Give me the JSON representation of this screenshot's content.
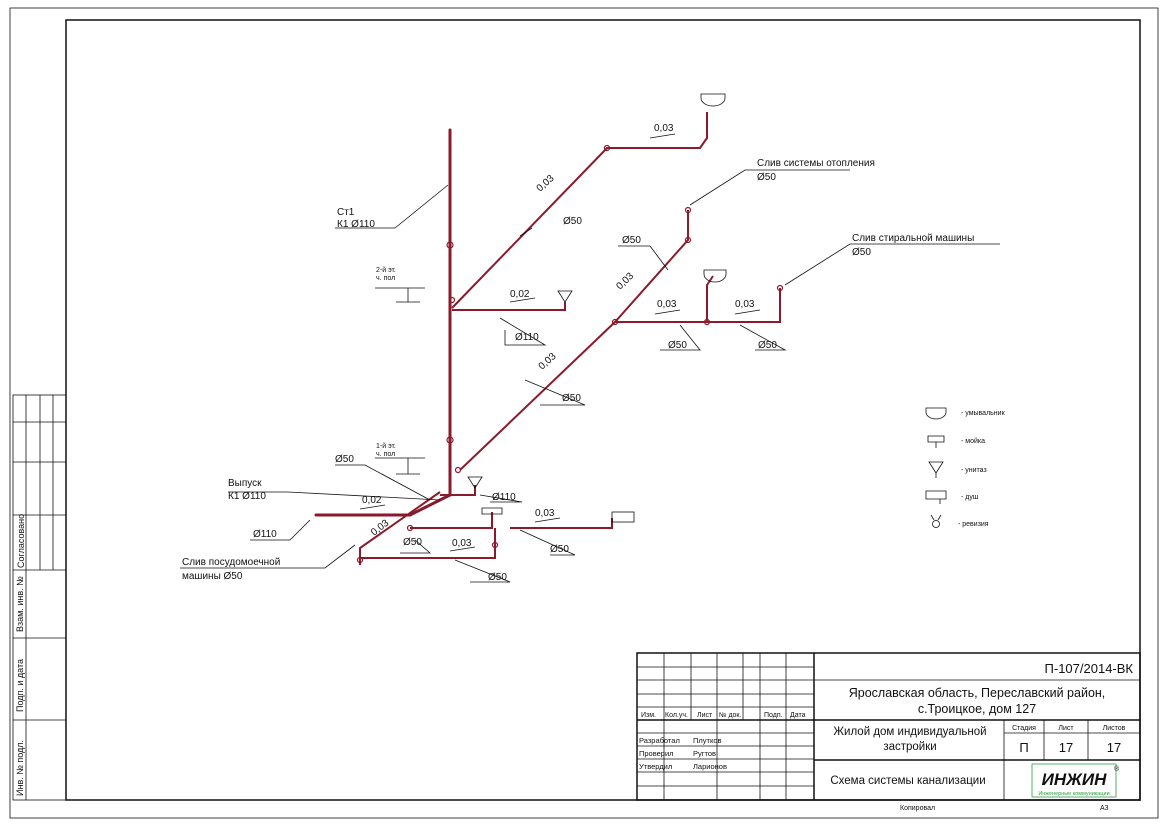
{
  "side_stamps": {
    "soglasovano": "Согласовано",
    "vzam_inv": "Взам. инв. №",
    "podp_data": "Подп. и дата",
    "inv_podl": "Инв. № подл."
  },
  "riser": {
    "name": "Ст1",
    "spec": "К1 Ø110",
    "level_upper": {
      "line1": "2-й эт.",
      "line2": "ч. пол"
    },
    "level_lower": {
      "line1": "1-й эт.",
      "line2": "ч. пол"
    }
  },
  "labels": {
    "heating_drain": {
      "line1": "Слив системы отопления",
      "line2": "Ø50"
    },
    "washer_drain": {
      "line1": "Слив стиральной машины",
      "line2": "Ø50"
    },
    "outlet": {
      "line1": "Выпуск",
      "line2": "К1 Ø110"
    },
    "dishwasher_drain": {
      "line1": "Слив посудомоечной",
      "line2": "машины Ø50"
    }
  },
  "slopes": {
    "top_horizontal": "0,03",
    "upper_diagonal": "0,03",
    "toilet_branch": "0,02",
    "mid_diagonal": "0,03",
    "lower_diagonal": "0,03",
    "basin_branch_left": "0,03",
    "washer_branch": "0,03",
    "outlet_slope": "0,02",
    "dish_diag": "0,03",
    "bottom_branch": "0,03",
    "shower_branch": "0,03"
  },
  "diameters": {
    "upper_diag": "Ø50",
    "toilet_branch": "Ø110",
    "heating_riser": "Ø50",
    "mid_branch": "Ø50",
    "washer_branch": "Ø50",
    "lower_diag": "Ø50",
    "outlet_left": "Ø50",
    "toilet_low": "Ø110",
    "outlet_pipe": "Ø110",
    "bottom_left": "Ø50",
    "bottom_branch": "Ø50",
    "shower_branch": "Ø50"
  },
  "legend": [
    {
      "icon": "washbasin",
      "text": "- умывальник"
    },
    {
      "icon": "sink",
      "text": "- мойка"
    },
    {
      "icon": "toilet",
      "text": "- унитаз"
    },
    {
      "icon": "shower",
      "text": "- душ"
    },
    {
      "icon": "cleanout",
      "text": "- ревизия"
    }
  ],
  "title_block": {
    "doc_code": "П-107/2014-ВК",
    "address_line1": "Ярославская область, Переславский район,",
    "address_line2": "с.Троицкое, дом 127",
    "object_line1": "Жилой дом индивидуальной",
    "object_line2": "застройки",
    "sheet_title": "Схема системы канализации",
    "col_headers": [
      "Изм.",
      "Кол.уч.",
      "Лист",
      "№ док.",
      "Подп.",
      "Дата"
    ],
    "roles": [
      {
        "role": "Разработал",
        "name": "Плутков"
      },
      {
        "role": "Проверил",
        "name": "Ругтов"
      },
      {
        "role": "Утвердил",
        "name": "Ларионов"
      }
    ],
    "stage_header": "Стадия",
    "sheet_header": "Лист",
    "sheets_header": "Листов",
    "stage": "П",
    "sheet": "17",
    "sheets": "17",
    "logo_text": "ИНЖИН",
    "logo_sub": "Инженерные коммуникации",
    "logo_reg": "®",
    "copied": "Копировал",
    "format": "А3"
  },
  "colors": {
    "pipe": "#8b1a2b",
    "line": "#111111",
    "logo_green": "#2e9e3e"
  }
}
